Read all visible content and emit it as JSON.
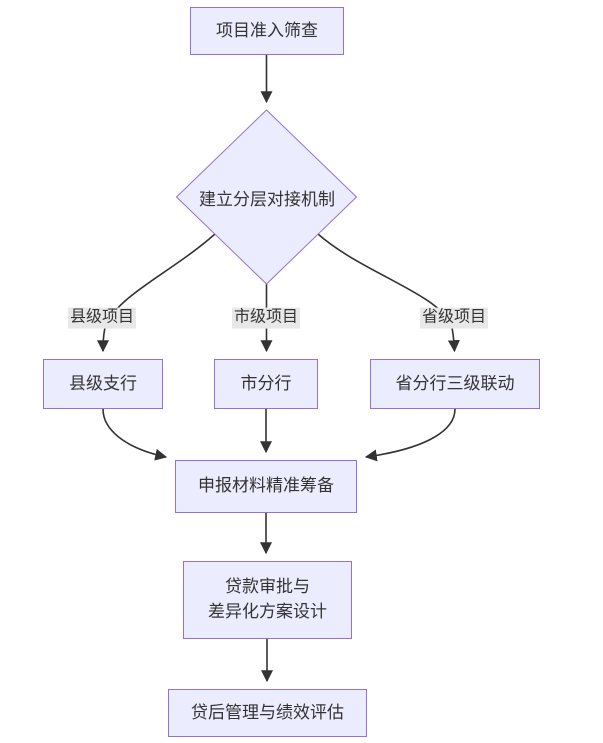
{
  "diagram": {
    "type": "flowchart-top-down",
    "colors": {
      "background": "#ffffff",
      "node_fill": "#ECECFF",
      "node_border": "#9370DB",
      "edge": "#333333",
      "text": "#333333",
      "edge_label_bg": "#e8e8e8"
    },
    "nodes": {
      "screening": {
        "shape": "rect",
        "label": "项目准入筛查"
      },
      "mechanism": {
        "shape": "diamond",
        "label": "建立分层对接机制"
      },
      "county_branch": {
        "shape": "rect",
        "label": "县级支行"
      },
      "city_branch": {
        "shape": "rect",
        "label": "市分行"
      },
      "province_branch": {
        "shape": "rect",
        "label": "省分行三级联动"
      },
      "materials": {
        "shape": "rect",
        "label": "申报材料精准筹备"
      },
      "approval": {
        "shape": "rect",
        "label_line1": "贷款审批与",
        "label_line2": "差异化方案设计"
      },
      "post_loan": {
        "shape": "rect",
        "label": "贷后管理与绩效评估"
      }
    },
    "edge_labels": {
      "county": "县级项目",
      "city": "市级项目",
      "province": "省级项目"
    }
  }
}
